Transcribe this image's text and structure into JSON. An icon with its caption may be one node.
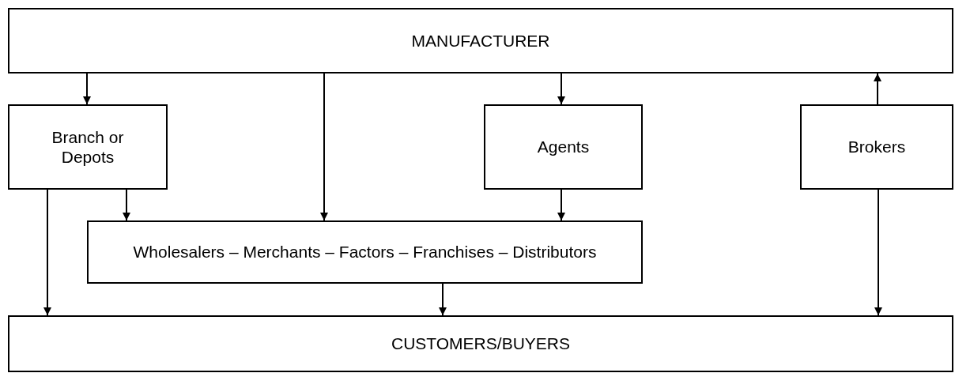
{
  "diagram": {
    "nodes": [
      {
        "text": [
          "MANUFACTURER"
        ]
      },
      {
        "text": [
          "Branch or Depots"
        ]
      },
      {
        "text": [
          "Agents"
        ]
      },
      {
        "text": [
          "Brokers"
        ]
      },
      {
        "text": [
          "Wholesalers – Merchants – Factors – Franchises – Distributors"
        ]
      },
      {
        "text": [
          "CUSTOMERS/BUYERS"
        ]
      }
    ],
    "edges": [
      {
        "from": 0,
        "to": 1,
        "arrow": "to"
      },
      {
        "from": 0,
        "to": 4,
        "arrow": "to"
      },
      {
        "from": 0,
        "to": 2,
        "arrow": "to"
      },
      {
        "from": 3,
        "to": 0,
        "arrow": "to"
      },
      {
        "from": 1,
        "to": 4,
        "arrow": "to"
      },
      {
        "from": 2,
        "to": 4,
        "arrow": "to"
      },
      {
        "from": 1,
        "to": 5,
        "arrow": "to"
      },
      {
        "from": 4,
        "to": 5,
        "arrow": "to"
      },
      {
        "from": 3,
        "to": 5,
        "arrow": "to"
      }
    ]
  }
}
